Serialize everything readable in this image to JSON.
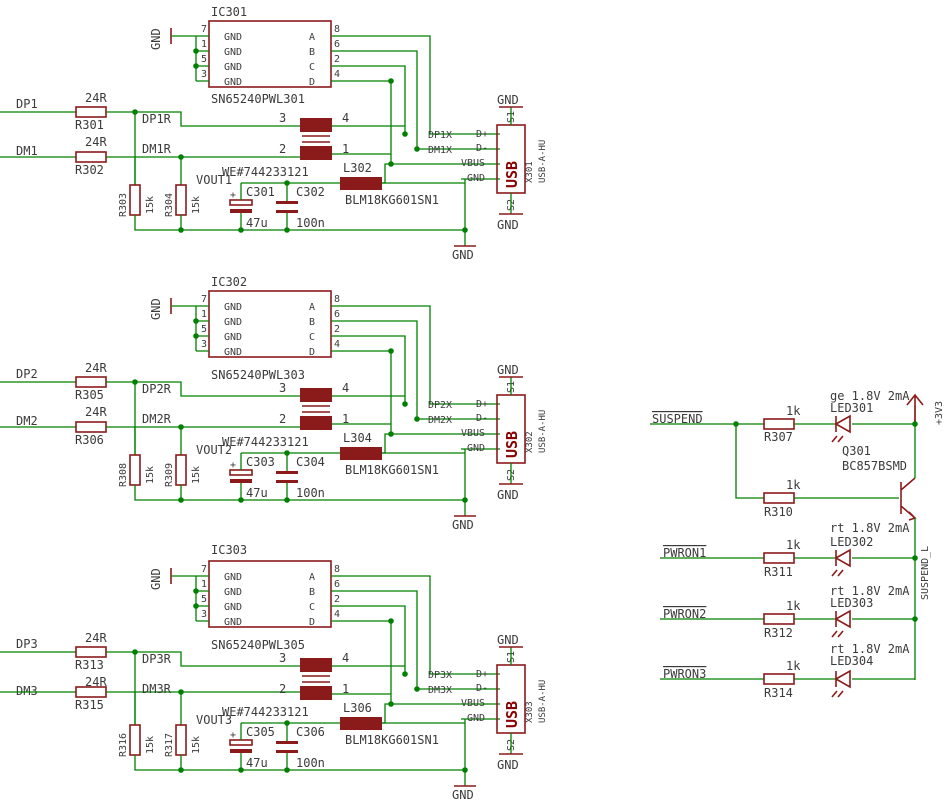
{
  "blocks": [
    {
      "ic": {
        "ref": "IC301",
        "value": "SN65240PWL301",
        "pins_left": [
          "GND",
          "GND",
          "GND",
          "GND"
        ],
        "pins_right": [
          "A",
          "B",
          "C",
          "D"
        ],
        "nums_left": [
          "7",
          "1",
          "5",
          "3"
        ],
        "nums_right": [
          "8",
          "6",
          "2",
          "4"
        ]
      },
      "gnd": "GND",
      "dp_net": "DP1",
      "dm_net": "DM1",
      "r_dp": {
        "value": "24R",
        "ref": "R301"
      },
      "r_dm": {
        "value": "24R",
        "ref": "R302"
      },
      "dpr": "DP1R",
      "dmr": "DM1R",
      "choke": {
        "ref": "WE#744233121",
        "pa": "3",
        "pb": "4",
        "pc": "2",
        "pd": "1"
      },
      "r_pd1": {
        "ref": "R303",
        "value": "15k"
      },
      "r_pd2": {
        "ref": "R304",
        "value": "15k"
      },
      "vout": "VOUT1",
      "cap1": {
        "ref": "C301",
        "value": "47u"
      },
      "cap2": {
        "ref": "C302",
        "value": "100n"
      },
      "ferrite": {
        "ref": "L302",
        "value": "BLM18KG601SN1"
      },
      "usb": {
        "ref": "X301",
        "model": "USB-A-HU",
        "label": "USB",
        "pins": [
          "D+",
          "D-",
          "VBUS",
          "GND"
        ],
        "s1": "S1",
        "s2": "S2",
        "nets": [
          "DP1X",
          "DM1X"
        ]
      },
      "gnd_top": "GND",
      "gnd_bottom": "GND",
      "gnd_main": "GND"
    },
    {
      "ic": {
        "ref": "IC302",
        "value": "SN65240PWL303",
        "pins_left": [
          "GND",
          "GND",
          "GND",
          "GND"
        ],
        "pins_right": [
          "A",
          "B",
          "C",
          "D"
        ],
        "nums_left": [
          "7",
          "1",
          "5",
          "3"
        ],
        "nums_right": [
          "8",
          "6",
          "2",
          "4"
        ]
      },
      "gnd": "GND",
      "dp_net": "DP2",
      "dm_net": "DM2",
      "r_dp": {
        "value": "24R",
        "ref": "R305"
      },
      "r_dm": {
        "value": "24R",
        "ref": "R306"
      },
      "dpr": "DP2R",
      "dmr": "DM2R",
      "choke": {
        "ref": "WE#744233121",
        "pa": "3",
        "pb": "4",
        "pc": "2",
        "pd": "1"
      },
      "r_pd1": {
        "ref": "R308",
        "value": "15k"
      },
      "r_pd2": {
        "ref": "R309",
        "value": "15k"
      },
      "vout": "VOUT2",
      "cap1": {
        "ref": "C303",
        "value": "47u"
      },
      "cap2": {
        "ref": "C304",
        "value": "100n"
      },
      "ferrite": {
        "ref": "L304",
        "value": "BLM18KG601SN1"
      },
      "usb": {
        "ref": "X302",
        "model": "USB-A-HU",
        "label": "USB",
        "pins": [
          "D+",
          "D-",
          "VBUS",
          "GND"
        ],
        "s1": "S1",
        "s2": "S2",
        "nets": [
          "DP2X",
          "DM2X"
        ]
      },
      "gnd_top": "GND",
      "gnd_bottom": "GND",
      "gnd_main": "GND"
    },
    {
      "ic": {
        "ref": "IC303",
        "value": "SN65240PWL305",
        "pins_left": [
          "GND",
          "GND",
          "GND",
          "GND"
        ],
        "pins_right": [
          "A",
          "B",
          "C",
          "D"
        ],
        "nums_left": [
          "7",
          "1",
          "5",
          "3"
        ],
        "nums_right": [
          "8",
          "6",
          "2",
          "4"
        ]
      },
      "gnd": "GND",
      "dp_net": "DP3",
      "dm_net": "DM3",
      "r_dp": {
        "value": "24R",
        "ref": "R313"
      },
      "r_dm": {
        "value": "24R",
        "ref": "R315"
      },
      "dpr": "DP3R",
      "dmr": "DM3R",
      "choke": {
        "ref": "WE#744233121",
        "pa": "3",
        "pb": "4",
        "pc": "2",
        "pd": "1"
      },
      "r_pd1": {
        "ref": "R316",
        "value": "15k"
      },
      "r_pd2": {
        "ref": "R317",
        "value": "15k"
      },
      "vout": "VOUT3",
      "cap1": {
        "ref": "C305",
        "value": "47u"
      },
      "cap2": {
        "ref": "C306",
        "value": "100n"
      },
      "ferrite": {
        "ref": "L306",
        "value": "BLM18KG601SN1"
      },
      "usb": {
        "ref": "X303",
        "model": "USB-A-HU",
        "label": "USB",
        "pins": [
          "D+",
          "D-",
          "VBUS",
          "GND"
        ],
        "s1": "S1",
        "s2": "S2",
        "nets": [
          "DP3X",
          "DM3X"
        ]
      },
      "gnd_top": "GND",
      "gnd_bottom": "GND",
      "gnd_main": "GND"
    }
  ],
  "leds": {
    "suspend_net": "SUSPEND",
    "supply": "+3V3",
    "r307": {
      "ref": "R307",
      "value": "1k"
    },
    "led301": {
      "ref": "LED301",
      "spec": "ge 1.8V 2mA"
    },
    "q301": {
      "ref": "Q301",
      "value": "BC857BSMD"
    },
    "r310": {
      "ref": "R310",
      "value": "1k"
    },
    "suspend_led": "SUSPEND_L",
    "rows": [
      {
        "net": "PWRON1",
        "r_ref": "R311",
        "r_value": "1k",
        "led_ref": "LED302",
        "spec": "rt 1.8V 2mA"
      },
      {
        "net": "PWRON2",
        "r_ref": "R312",
        "r_value": "1k",
        "led_ref": "LED303",
        "spec": "rt 1.8V 2mA"
      },
      {
        "net": "PWRON3",
        "r_ref": "R314",
        "r_value": "1k",
        "led_ref": "LED304",
        "spec": "rt 1.8V 2mA"
      }
    ]
  },
  "colors": {
    "wire": "#008000",
    "part": "#8b1a1a",
    "text": "#3b3b3b",
    "usb_text": "#8b0000",
    "background": "#ffffff"
  }
}
